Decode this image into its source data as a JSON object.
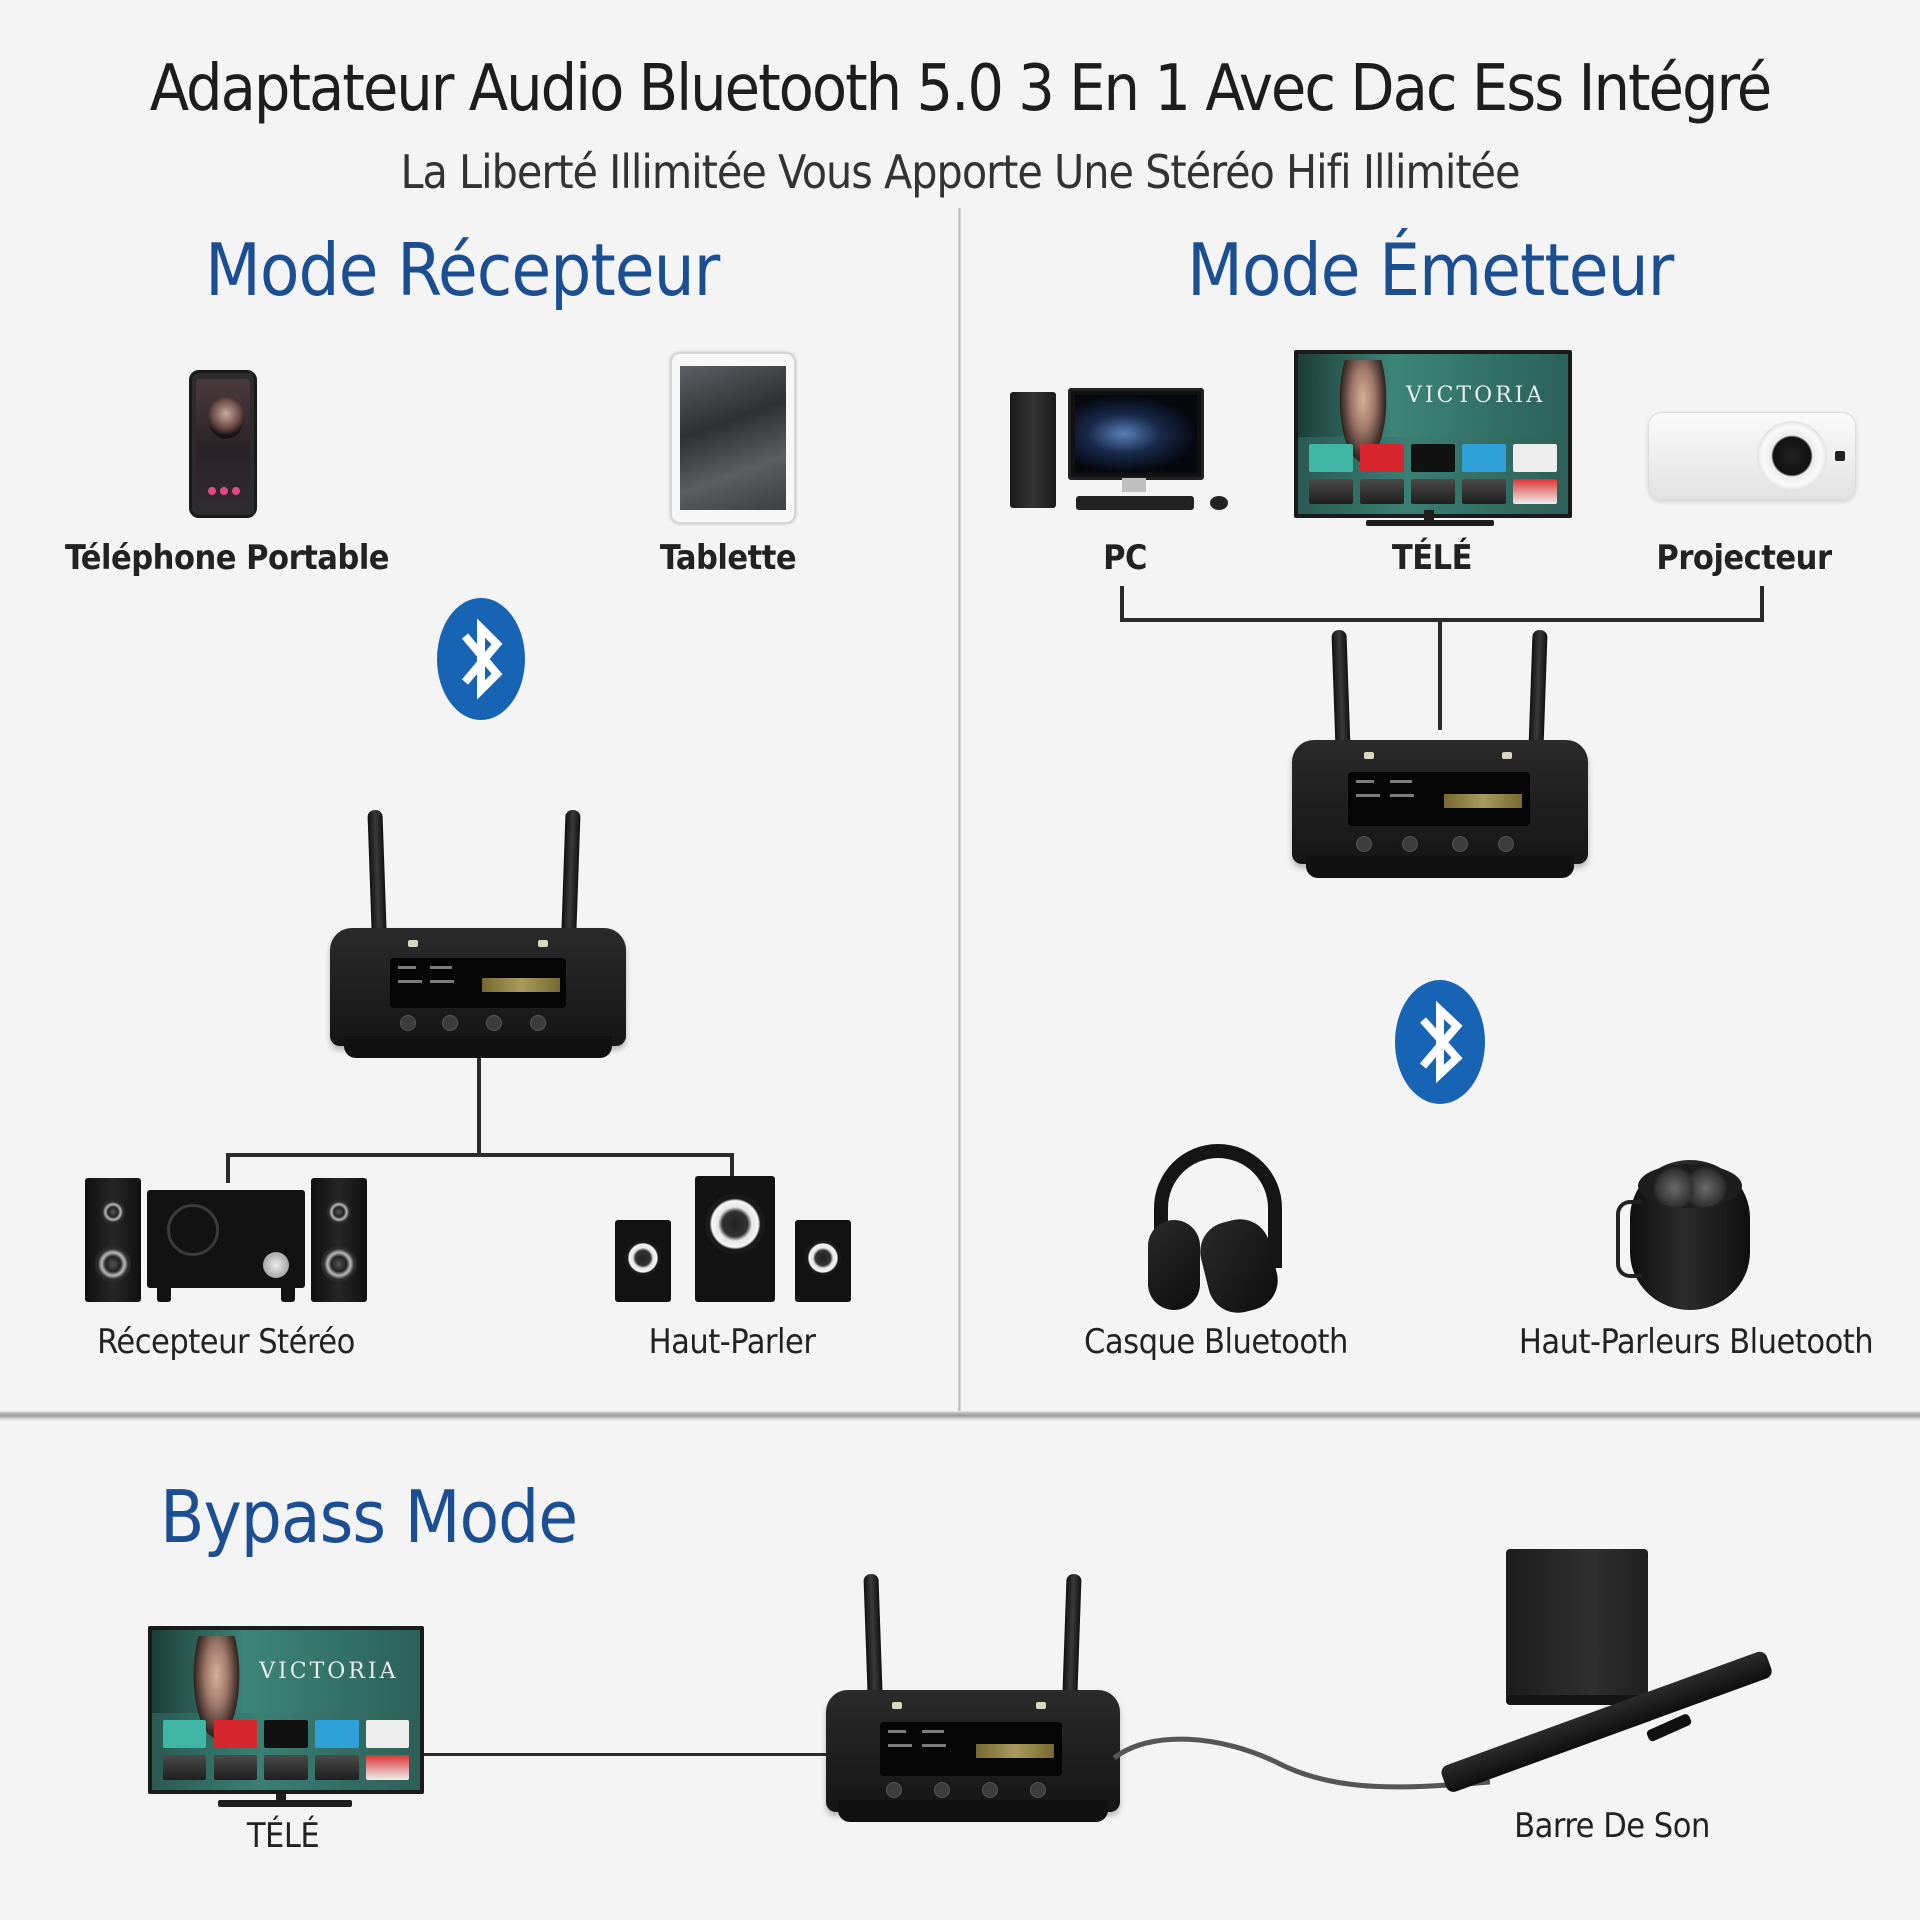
{
  "header": {
    "title": "Adaptateur Audio Bluetooth 5.0 3 En 1 Avec Dac Ess Intégré",
    "subtitle": "La Liberté Illimitée Vous Apporte Une Stéréo Hifi Illimitée"
  },
  "colors": {
    "mode_title": "#1b4f92",
    "bluetooth": "#1664b3",
    "text": "#1e1e1e",
    "background": "#f4f4f4",
    "connector": "#2b2b2b"
  },
  "receiver_mode": {
    "title": "Mode Récepteur",
    "sources": [
      {
        "label": "Téléphone Portable",
        "icon": "smartphone-icon"
      },
      {
        "label": "Tablette",
        "icon": "tablet-icon"
      }
    ],
    "link": "bluetooth-icon",
    "device": "bluetooth-adapter",
    "outputs": [
      {
        "label": "Récepteur Stéréo",
        "icon": "stereo-receiver-icon"
      },
      {
        "label": "Haut-Parler",
        "icon": "speakers-icon"
      }
    ]
  },
  "transmitter_mode": {
    "title": "Mode Émetteur",
    "sources": [
      {
        "label": "PC",
        "icon": "desktop-pc-icon"
      },
      {
        "label": "TÉLÉ",
        "icon": "tv-icon"
      },
      {
        "label": "Projecteur",
        "icon": "projector-icon"
      }
    ],
    "device": "bluetooth-adapter",
    "link": "bluetooth-icon",
    "outputs": [
      {
        "label": "Casque Bluetooth",
        "icon": "headphones-icon"
      },
      {
        "label": "Haut-Parleurs Bluetooth",
        "icon": "bluetooth-speaker-icon"
      }
    ]
  },
  "bypass_mode": {
    "title": "Bypass Mode",
    "source": {
      "label": "TÉLÉ",
      "icon": "tv-icon"
    },
    "device": "bluetooth-adapter",
    "output": {
      "label": "Barre De Son",
      "icon": "soundbar-icon"
    }
  },
  "tv_screen": {
    "show_title": "VICTORIA",
    "tile_colors": [
      "#3fb7a4",
      "#d8262f",
      "#111111",
      "#2fa0d8",
      "#eeeeee"
    ]
  }
}
